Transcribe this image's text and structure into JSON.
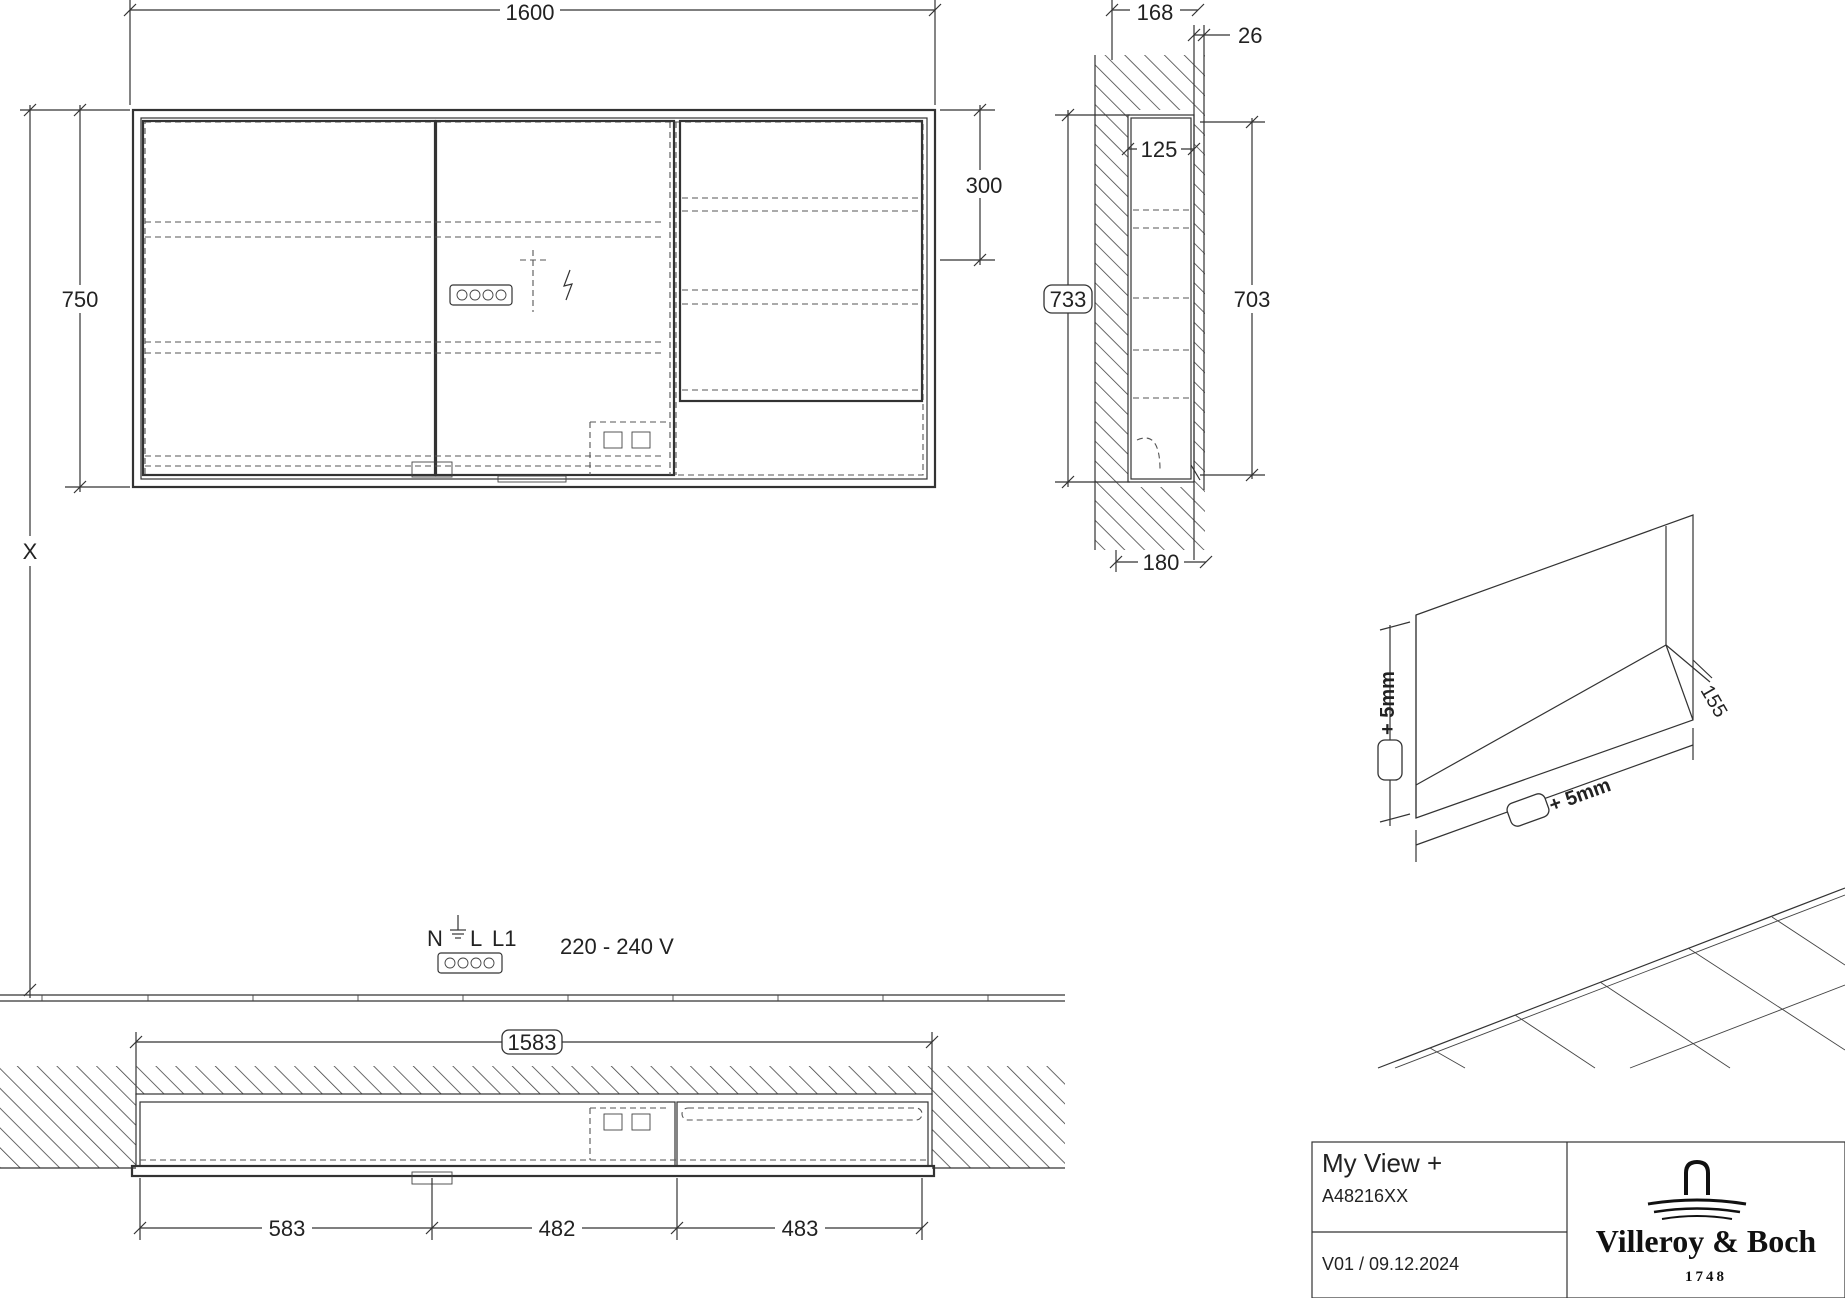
{
  "front_view": {
    "width": "1600",
    "height": "750",
    "top_offset": "300",
    "distance_label": "X"
  },
  "side_view": {
    "depth_total": "168",
    "front_depth": "26",
    "inner_depth": "125",
    "outer_height": "733",
    "inner_height": "703",
    "bottom_depth": "180"
  },
  "niche_view": {
    "depth": "155",
    "height_tolerance": "+ 5mm",
    "width_tolerance": "+ 5mm"
  },
  "electrical": {
    "terminals": "N",
    "terminal_l": "L",
    "terminal_l1": "L1",
    "voltage": "220 - 240 V"
  },
  "plan_view": {
    "inner_width": "1583",
    "segment_1": "583",
    "segment_2": "482",
    "segment_3": "483"
  },
  "title_block": {
    "product": "My View +",
    "article": "A48216XX",
    "version": "V01 / 09.12.2024",
    "brand": "Villeroy & Boch",
    "brand_year": "1748"
  }
}
